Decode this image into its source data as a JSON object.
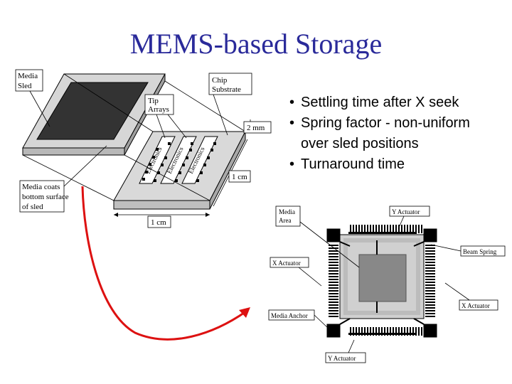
{
  "title": "MEMS-based Storage",
  "bullets": [
    "Settling time after X seek",
    "Spring factor - non-uniform",
    "over sled positions",
    "Turnaround time"
  ],
  "top_diagram": {
    "media_sled_line1": "Media",
    "media_sled_line2": "Sled",
    "chip_line1": "Chip",
    "chip_line2": "Substrate",
    "tip_line1": "Tip",
    "tip_line2": "Arrays",
    "dim_2mm": "2 mm",
    "dim_1cm_right": "1 cm",
    "dim_1cm_bottom": "1 cm",
    "media_coats_line1": "Media coats",
    "media_coats_line2": "bottom surface",
    "media_coats_line3": "of sled",
    "electronics": "Electronics"
  },
  "bottom_diagram": {
    "media_area_line1": "Media",
    "media_area_line2": "Area",
    "y_actuator_top": "Y Actuator",
    "beam_spring": "Beam Spring",
    "x_actuator_left": "X Actuator",
    "x_actuator_right": "X Actuator",
    "media_anchor": "Media Anchor",
    "y_actuator_bottom": "Y Actuator"
  },
  "colors": {
    "title": "#2a2a9a",
    "arrow": "#dd1111",
    "media": "#333333",
    "sled": "#cfcfcf"
  }
}
